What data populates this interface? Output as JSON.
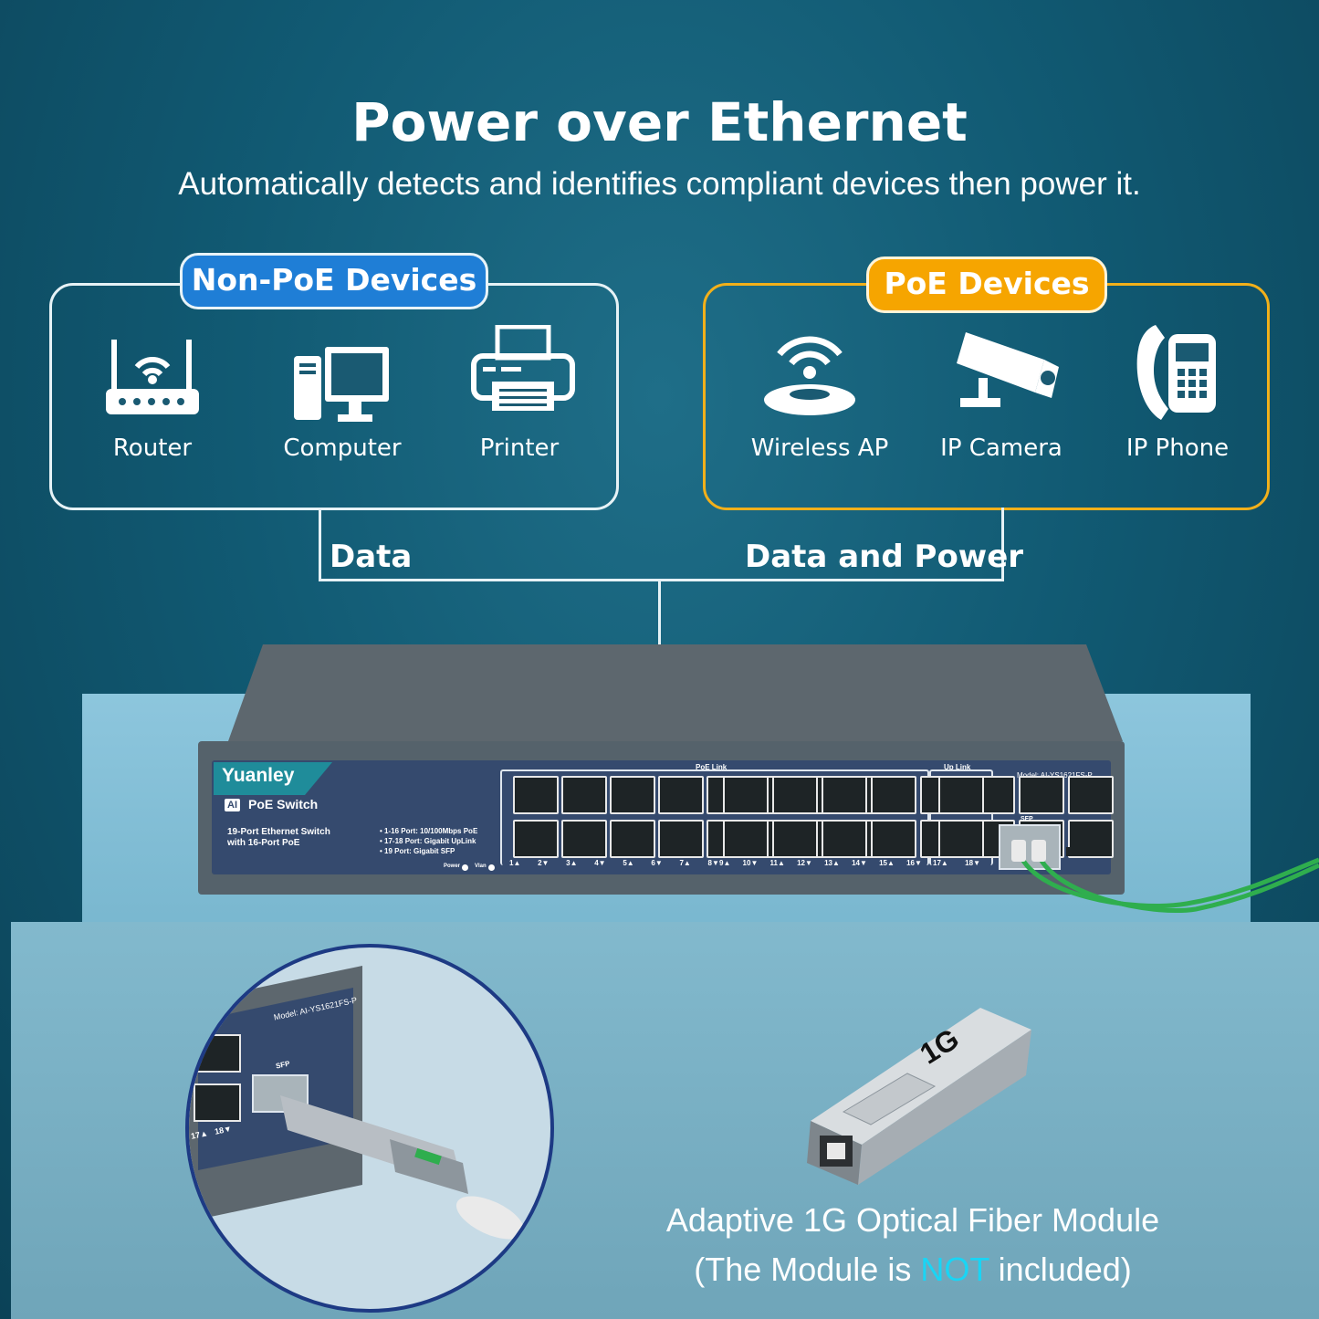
{
  "header": {
    "title": "Power over Ethernet",
    "subtitle": "Automatically detects and identifies compliant devices then power it."
  },
  "non_poe": {
    "badge": "Non-PoE Devices",
    "devices": [
      {
        "label": "Router",
        "icon": "router-icon"
      },
      {
        "label": "Computer",
        "icon": "computer-icon"
      },
      {
        "label": "Printer",
        "icon": "printer-icon"
      }
    ],
    "connection_label": "Data"
  },
  "poe": {
    "badge": "PoE Devices",
    "devices": [
      {
        "label": "Wireless AP",
        "icon": "wireless-ap-icon"
      },
      {
        "label": "IP Camera",
        "icon": "ip-camera-icon"
      },
      {
        "label": "IP  Phone",
        "icon": "ip-phone-icon"
      }
    ],
    "connection_label": "Data and Power"
  },
  "switch": {
    "brand": "Yuanley",
    "ai": "AI",
    "product": "PoE Switch",
    "desc_line1": "19-Port Ethernet Switch",
    "desc_line2": "with 16-Port PoE",
    "spec1": "• 1-16 Port: 10/100Mbps PoE",
    "spec2": "• 17-18 Port: Gigabit UpLink",
    "spec3": "• 19 Port: Gigabit SFP",
    "poe_link": "PoE Link",
    "up_link": "Up Link",
    "model": "Model: AI-YS1621FS-P",
    "sfp": "SFP",
    "power_label": "Power",
    "vlan_label": "Vlan",
    "port_labels_1": [
      "1▲",
      "2▼",
      "3▲",
      "4▼",
      "5▲",
      "6▼",
      "7▲",
      "8▼"
    ],
    "port_labels_2": [
      "9▲",
      "10▼",
      "11▲",
      "12▼",
      "13▲",
      "14▼",
      "15▲",
      "16▼"
    ],
    "port_labels_3": [
      "17▲",
      "18▼"
    ]
  },
  "inset": {
    "model": "Model: AI-YS1621FS-P",
    "sfp": "SFP",
    "port17": "17▲",
    "port18": "18▼"
  },
  "module": {
    "print": "1G",
    "caption_line1": "Adaptive 1G Optical Fiber Module",
    "caption_pre": "(The Module is ",
    "caption_not": "NOT",
    "caption_post": " included)"
  },
  "colors": {
    "accent_blue": "#1f7ed6",
    "accent_orange": "#f6a500",
    "highlight_cyan": "#19d5f5",
    "fiber_green": "#2fae4e"
  }
}
